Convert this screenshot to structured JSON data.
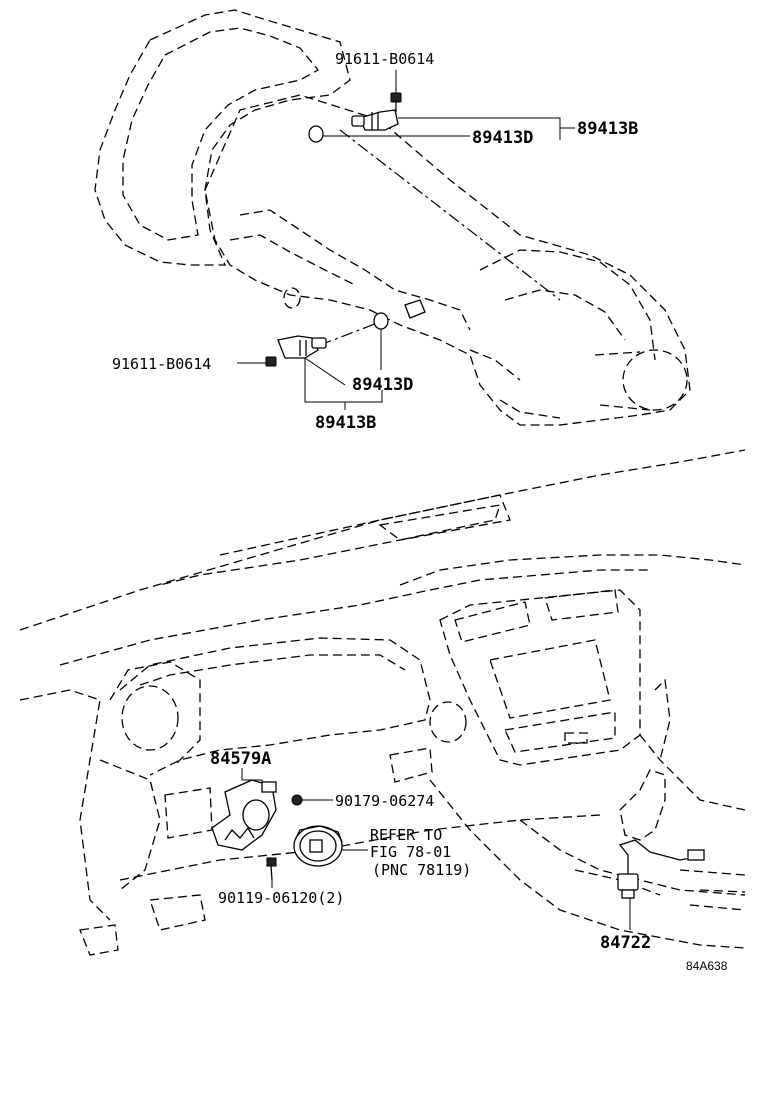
{
  "diagram_id": "84A638",
  "callouts": {
    "bolt_upper": "91611-B0614",
    "sensor_upper_b": "89413B",
    "oring_upper_d": "89413D",
    "bolt_lower": "91611-B0614",
    "oring_lower_d": "89413D",
    "sensor_lower_b": "89413B",
    "bracket_a": "84579A",
    "nut": "90179-06274",
    "refer_line1": "REFER TO",
    "refer_line2": "FIG 78-01",
    "refer_line3": "(PNC 78119)",
    "screw": "90119-06120(2)",
    "shift_switch": "84722"
  }
}
